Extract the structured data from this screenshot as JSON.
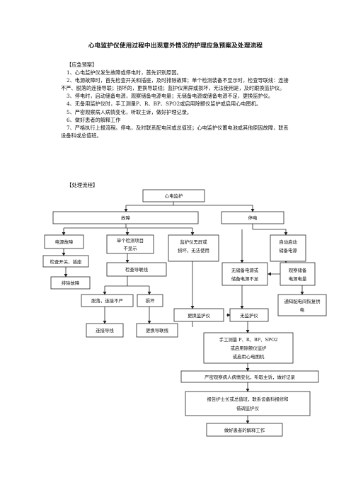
{
  "document": {
    "title": "心电监护仪使用过程中出现意外情况的护理应急预案及处理流程",
    "plan_heading": "【应急预案】",
    "plan_items": [
      "1、心电监护仪发生故障或停电时，首先识别原因。",
      "2、电源故障时，首先检查开关和插座，及时排除故障；单个检测装备不显示时，检查导联线：连接不严、脱落的连接导联；损坏的，更换导联线；监护仪黑屏或损坏，无法使用是，及时跟换监护仪。",
      "3、停电时，启动储备电源，观察储备电源电量；无储备电源或储备电源不足，更换监护仪。",
      "4、无备用监护仪时，手工测量P、R、BP、SPO2或启用除颤仪监护或启用心电图机。",
      "5、严密观察病人病情变化，听取主诉，做好护理记录。",
      "6、做好患者的解释工作",
      "7、严格执行上报流程。停电，及时联系配电间或总值班；心电监护仪蓄电池或其他原因故障，联系设备科或总值班。"
    ],
    "flow_heading": "【处理流程】"
  },
  "flowchart": {
    "root": "心电监护",
    "fault": "故障",
    "power_outage": "停电",
    "power_fault": "电源故障",
    "single_item_line1": "单个检测项目",
    "single_item_line2": "不显示",
    "monitor_black_line1": "监护仪黑屏或",
    "monitor_black_line2": "损坏，无法使用",
    "auto_start_line1": "自动启动",
    "auto_start_line2": "储备电源",
    "check_switch": "检查开关、插座",
    "clear_fault": "排除故障",
    "check_lead": "检查导联线",
    "no_backup_line1": "无储备电源或",
    "no_backup_line2": "储备电源不足",
    "observe_line1": "观察储备",
    "observe_line2": "电源电量",
    "loose": "脱落，连接不严",
    "damaged": "损坏",
    "replace_monitor": "更换监护仪",
    "no_monitor": "无监护仪",
    "notify_line1": "通知配电间恢复供",
    "notify_line2": "电",
    "connect_lead": "连接导线",
    "replace_lead": "更换导联线",
    "manual_line1": "手工测量 P、R、BP、SPO2",
    "manual_line2": "或启用除颤仪监护",
    "manual_line3": "或启用心电图机",
    "observe_patient": "严密观察病人病情变化，听取主诉，做好记录",
    "report_line1": "报告护士长或总值班，联系设备科报修和",
    "report_line2": "借调监护仪",
    "explain": "做好患者的解释工作"
  }
}
